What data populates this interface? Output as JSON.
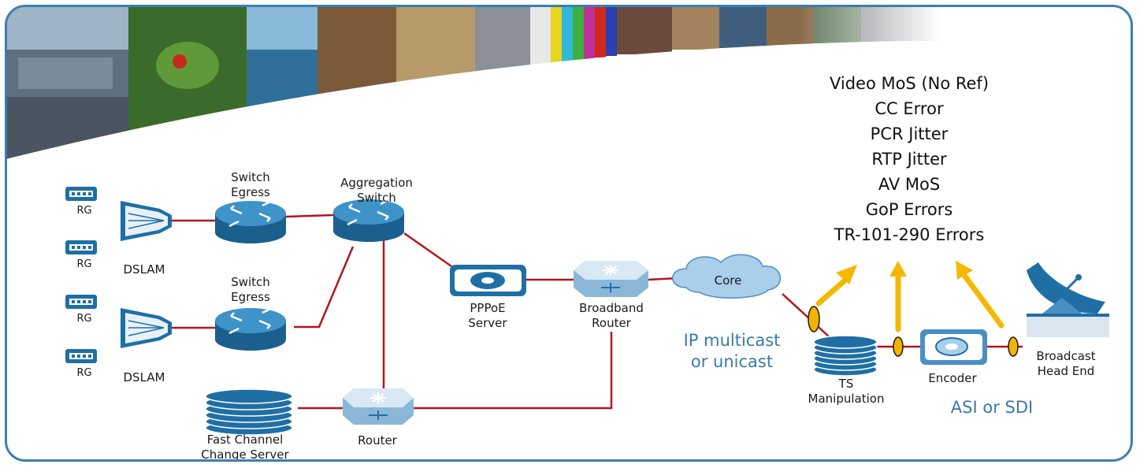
{
  "colors": {
    "frame_border": "#3c7fae",
    "link_line": "#b3161d",
    "probe_fill": "#f3b400",
    "arrow": "#f5b800",
    "device_blue": "#1f6fa5",
    "blue_text": "#3a7ba6"
  },
  "devices": {
    "rg_labels": [
      "RG",
      "RG",
      "RG",
      "RG"
    ],
    "dslam_top": "DSLAM",
    "dslam_bottom": "DSLAM",
    "switch_egress_top": "Switch\nEgress",
    "switch_egress_bottom": "Switch\nEgress",
    "aggregation_switch": "Aggregation\nSwitch",
    "pppoe_server": "PPPoE\nServer",
    "broadband_router": "Broadband\nRouter",
    "core": "Core",
    "router": "Router",
    "fast_channel_change_server": "Fast Channel\nChange Server",
    "ts_manipulation": "TS\nManipulation",
    "encoder": "Encoder",
    "broadcast_head_end": "Broadcast\nHead End"
  },
  "annotations": {
    "ip_multicast": "IP multicast\nor unicast",
    "asi_sdi": "ASI or SDI"
  },
  "metrics": [
    "Video MoS (No Ref)",
    "CC Error",
    "PCR Jitter",
    "RTP Jitter",
    "AV MoS",
    "GoP Errors",
    "TR-101-290 Errors"
  ],
  "icons": {
    "rg": "residential-gateway-icon",
    "dslam": "dslam-icon",
    "switch": "switch-icon",
    "server": "server-icon",
    "router": "router-icon",
    "cloud": "cloud-icon",
    "storage": "storage-stack-icon",
    "encoder": "encoder-icon",
    "satellite": "satellite-dish-icon",
    "probe": "probe-icon",
    "banner": "video-thumbnails-banner"
  }
}
